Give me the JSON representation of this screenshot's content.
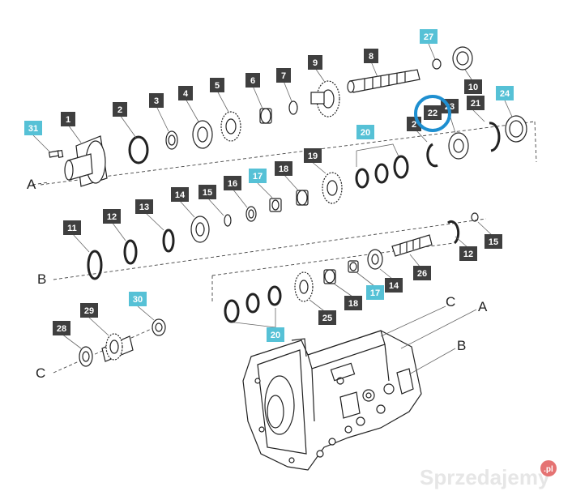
{
  "colors": {
    "label_dark": "#3f3f3f",
    "label_cyan": "#56c1d6",
    "highlight_ring": "#1e8fd0",
    "line": "#222222"
  },
  "axis_letters": {
    "a_left": "A",
    "b_left": "B",
    "c_left": "C",
    "c_right": "C",
    "a_right": "A",
    "b_right": "B"
  },
  "labels": {
    "l27": "27",
    "l8": "8",
    "l9": "9",
    "l10": "10",
    "l7": "7",
    "l6": "6",
    "l5": "5",
    "l4": "4",
    "l3": "3",
    "l2a": "2",
    "l1": "1",
    "l31": "31",
    "l24": "24",
    "l21": "21",
    "l23": "23",
    "l22": "22",
    "l2b": "2",
    "l20a": "20",
    "l19": "19",
    "l18a": "18",
    "l17a": "17",
    "l16": "16",
    "l15a": "15",
    "l14a": "14",
    "l13": "13",
    "l12a": "12",
    "l11": "11",
    "l15b": "15",
    "l12b": "12",
    "l26": "26",
    "l14b": "14",
    "l17b": "17",
    "l18b": "18",
    "l25": "25",
    "l20b": "20",
    "l30": "30",
    "l29": "29",
    "l28": "28"
  },
  "watermark": {
    "brand": "Sprzedajemy",
    "suffix": ".pl"
  }
}
